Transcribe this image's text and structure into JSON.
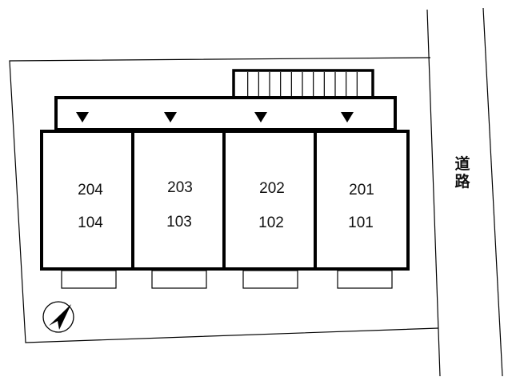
{
  "colors": {
    "line": "#000000",
    "background": "#ffffff"
  },
  "road_label": [
    "道",
    "路"
  ],
  "units": [
    {
      "upper": "204",
      "lower": "104"
    },
    {
      "upper": "203",
      "lower": "103"
    },
    {
      "upper": "202",
      "lower": "102"
    },
    {
      "upper": "201",
      "lower": "101"
    }
  ],
  "entrance_markers": 4,
  "stair_treads": 12,
  "north_icon": "compass-north-arrow-icon"
}
